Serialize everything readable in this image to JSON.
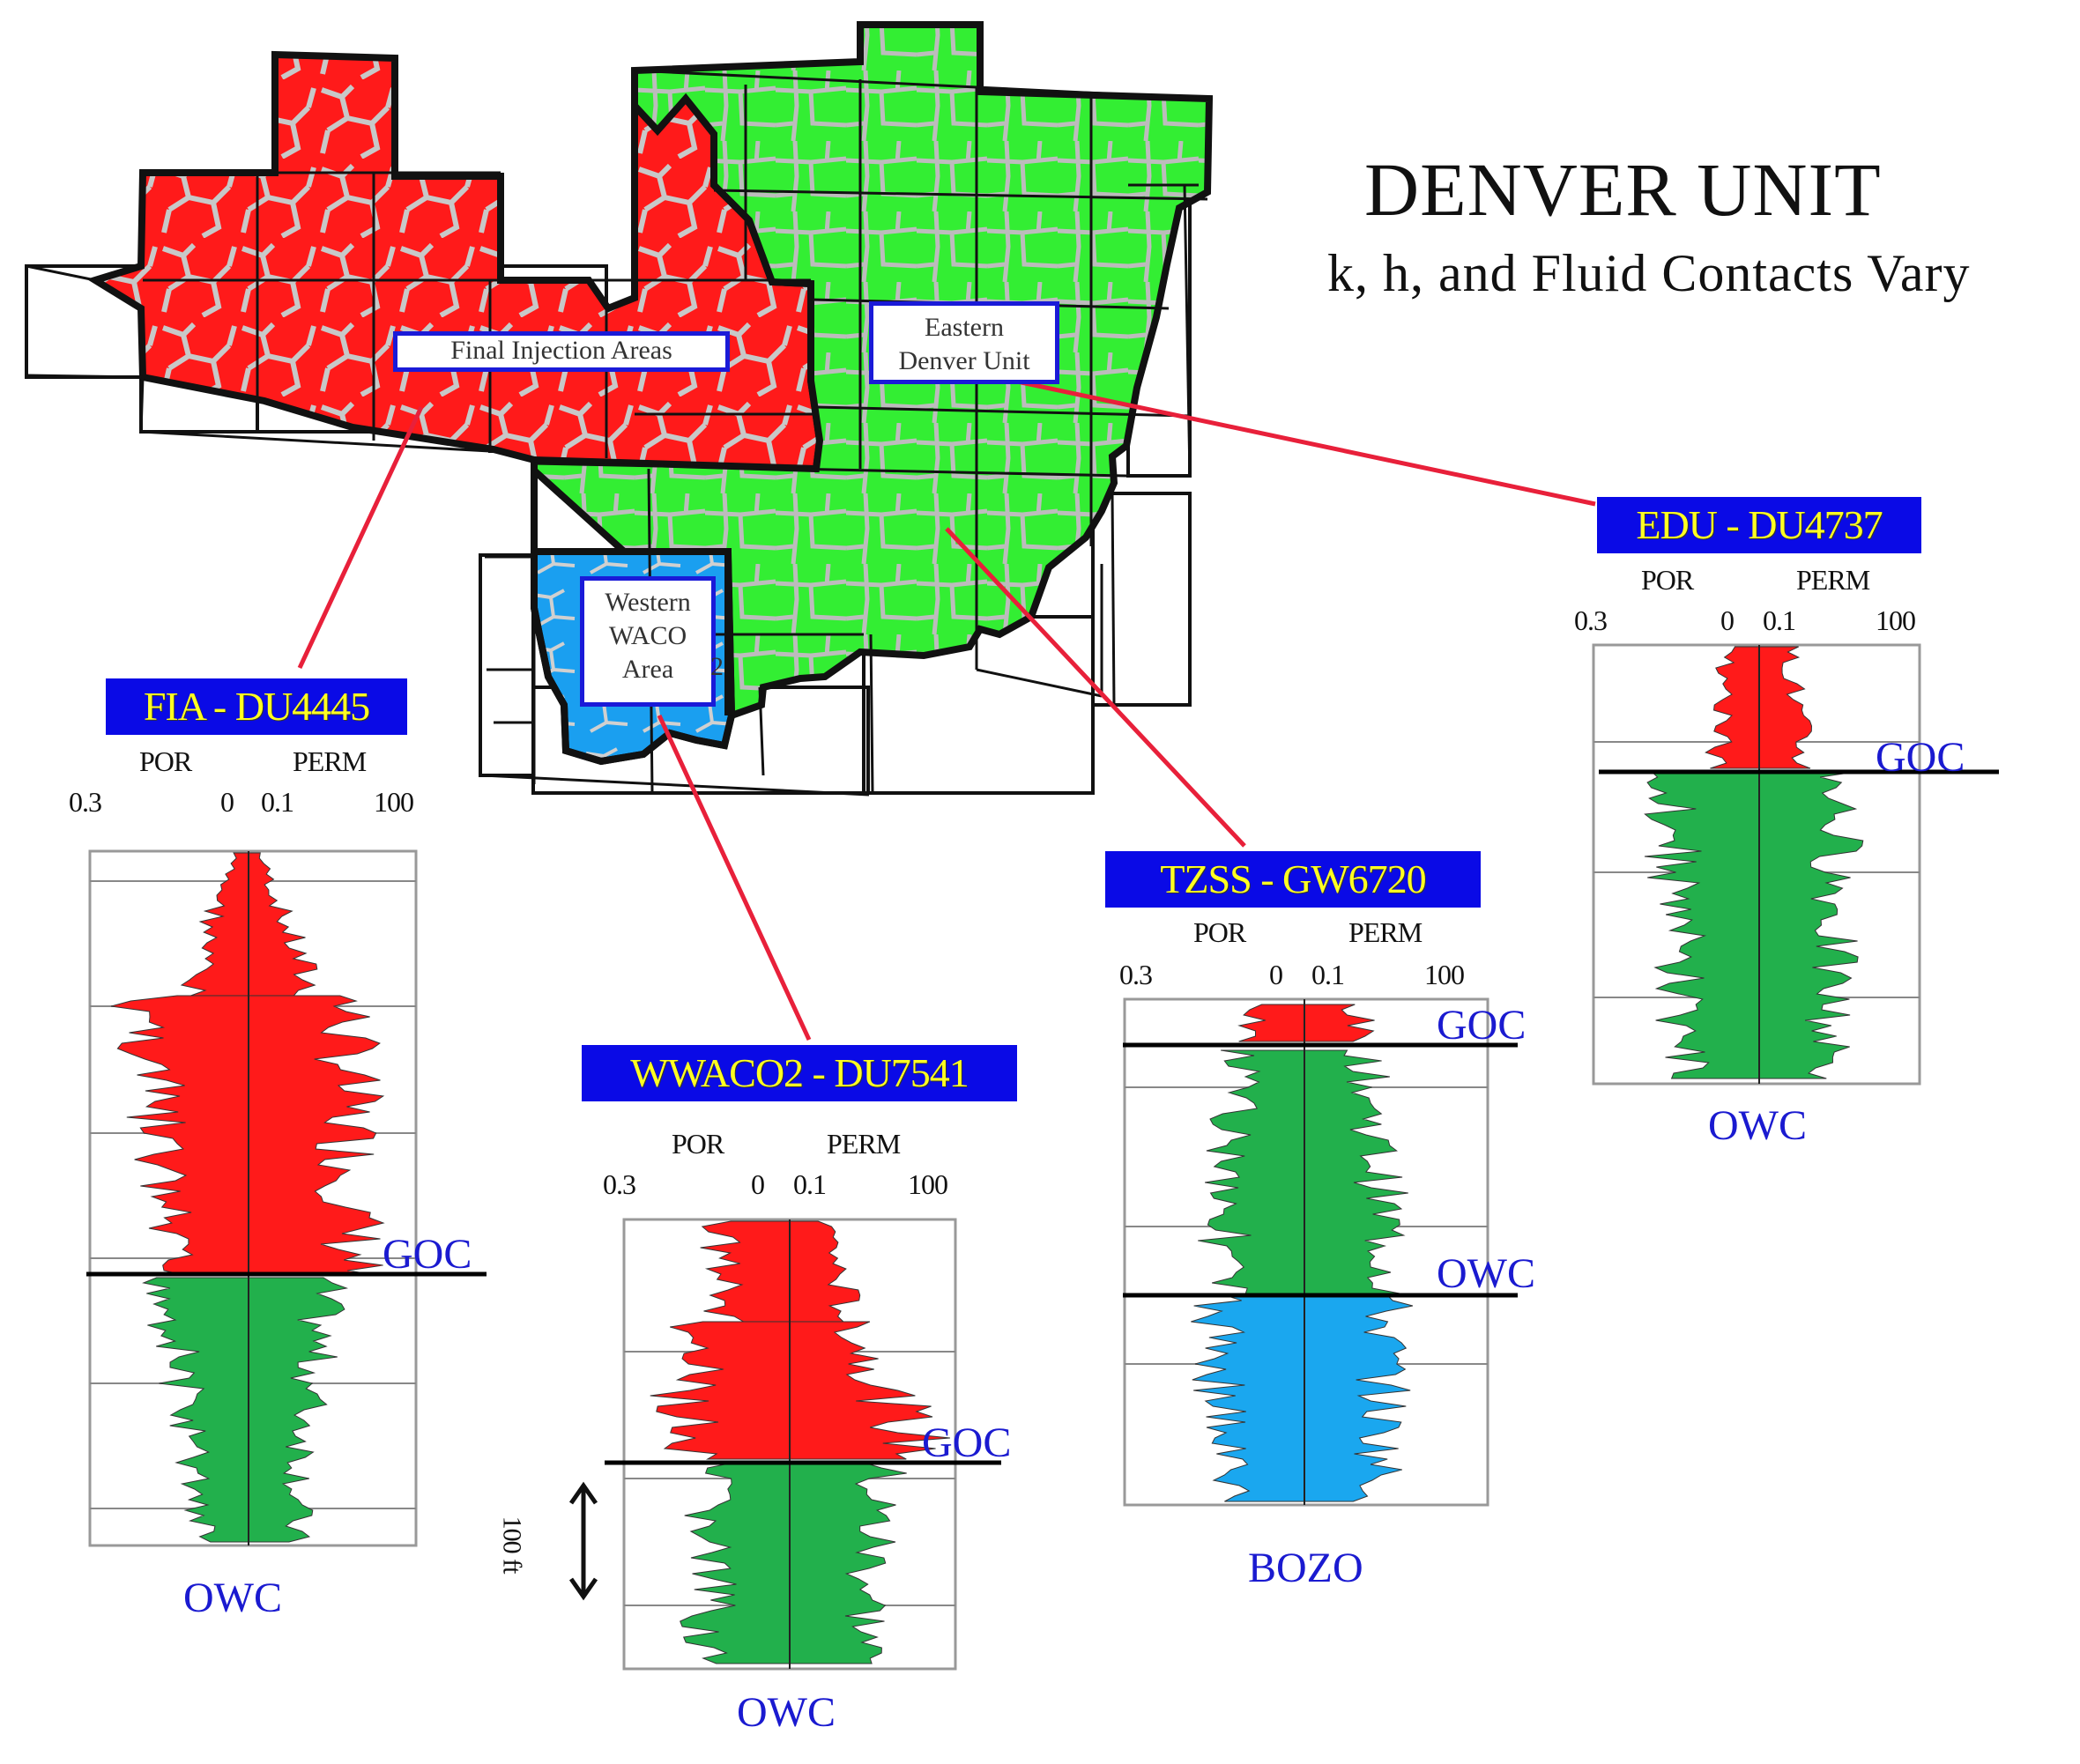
{
  "title": "DENVER UNIT",
  "subtitle": "k, h, and Fluid Contacts Vary",
  "map_labels": {
    "final_injection_areas": "Final Injection Areas",
    "eastern_line1": "Eastern",
    "eastern_line2": "Denver Unit",
    "western_line1": "Western",
    "western_line2": "WACO",
    "western_line3": "Area",
    "western_suffix": "2"
  },
  "axis_labels": {
    "por": "POR",
    "perm": "PERM",
    "por_left": "0.3",
    "por_right": "0",
    "perm_left": "0.1",
    "perm_right": "100"
  },
  "scale_label": "100 ft",
  "wells": [
    {
      "id": "fia",
      "name": "FIA - DU4445",
      "contacts": [
        "GOC"
      ],
      "bottom_label": "OWC"
    },
    {
      "id": "wwaco",
      "name": "WWACO2 - DU7541",
      "contacts": [
        "GOC"
      ],
      "bottom_label": "OWC"
    },
    {
      "id": "tzss",
      "name": "TZSS - GW6720",
      "contacts": [
        "GOC",
        "OWC"
      ],
      "bottom_label": "BOZO"
    },
    {
      "id": "edu",
      "name": "EDU - DU4737",
      "contacts": [
        "GOC"
      ],
      "bottom_label": "OWC"
    }
  ],
  "colors": {
    "gas": "#ff1a1a",
    "oil": "#22b04c",
    "water": "#1aa7ef",
    "map_green": "#33ee33",
    "label_blue": "#1a1ad0",
    "header_bg": "#0a0ae6",
    "header_text": "#ffff22"
  }
}
